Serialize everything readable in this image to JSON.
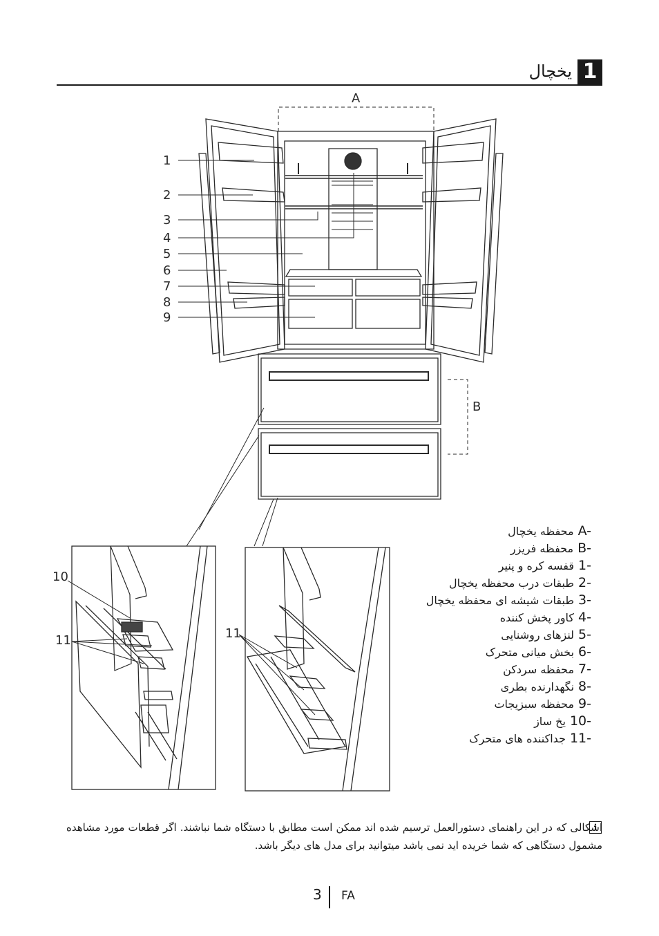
{
  "header": {
    "section_number": "1",
    "section_title": "یخچال"
  },
  "diagram": {
    "dimension_labels": {
      "a": "A",
      "b": "B"
    },
    "callouts": [
      "1",
      "2",
      "3",
      "4",
      "5",
      "6",
      "7",
      "8",
      "9"
    ],
    "detail_callouts": {
      "left_top": "10",
      "left_bottom": "11",
      "right": "11"
    }
  },
  "legend": [
    {
      "code": "A-",
      "text": "محفظه یخچال"
    },
    {
      "code": "B-",
      "text": "محفظه فریزر"
    },
    {
      "code": "1-",
      "text": "قفسه کره و پنیر"
    },
    {
      "code": "2-",
      "text": "طبقات درب محفظه یخچال"
    },
    {
      "code": "3-",
      "text": "طبقات شیشه ای محفظه یخچال"
    },
    {
      "code": "4-",
      "text": "کاور پخش کننده"
    },
    {
      "code": "5-",
      "text": "لنزهای روشنایی"
    },
    {
      "code": "6-",
      "text": "بخش میانی متحرک"
    },
    {
      "code": "7-",
      "text": "محفظه سردکن"
    },
    {
      "code": "8-",
      "text": "نگهدارنده بطری"
    },
    {
      "code": "9-",
      "text": "محفظه سبزیجات"
    },
    {
      "code": "10-",
      "text": "یخ ساز"
    },
    {
      "code": "11-",
      "text": "جداکننده های متحرک"
    }
  ],
  "note": {
    "icon": "info-icon",
    "text": "اشکالی که در این راهنمای دستورالعمل ترسیم شده اند ممکن است مطابق با دستگاه شما نباشند. اگر قطعات مورد مشاهده مشمول دستگاهی که شما خریده اید نمی باشد میتوانید برای مدل های دیگر باشد."
  },
  "footer": {
    "page_number": "3",
    "language": "FA"
  }
}
